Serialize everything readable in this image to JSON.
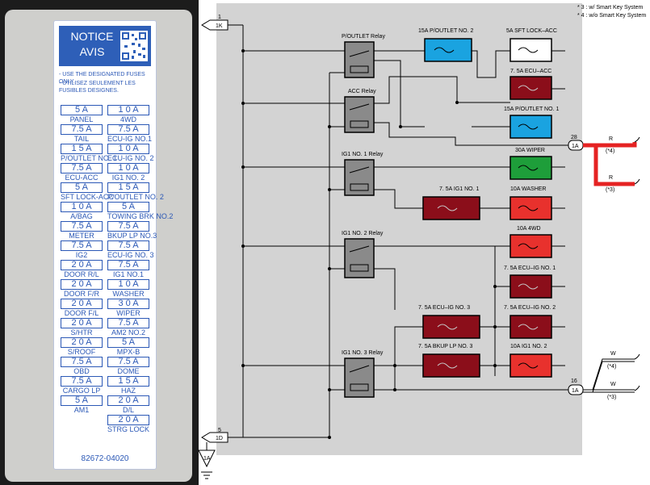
{
  "photo": {
    "label_title_1": "NOTICE",
    "label_title_2": "AVIS",
    "rule_en": "- USE THE DESIGNATED FUSES ONLY.",
    "rule_fr": "- UTILISEZ SEULEMENT LES FUSIBLES DESIGNES.",
    "part_number": "82672-04020",
    "left_column": [
      {
        "amp": "5 A",
        "name": "PANEL"
      },
      {
        "amp": "7.5 A",
        "name": "TAIL"
      },
      {
        "amp": "1 5 A",
        "name": "P/OUTLET NO. 1"
      },
      {
        "amp": "7.5 A",
        "name": "ECU-ACC"
      },
      {
        "amp": "5 A",
        "name": "SFT LOCK-ACC"
      },
      {
        "amp": "1 0 A",
        "name": "A/BAG"
      },
      {
        "amp": "7.5 A",
        "name": "METER"
      },
      {
        "amp": "7.5 A",
        "name": "IG2"
      },
      {
        "amp": "2 0 A",
        "name": "DOOR R/L"
      },
      {
        "amp": "2 0 A",
        "name": "DOOR F/R"
      },
      {
        "amp": "2 0 A",
        "name": "DOOR F/L"
      },
      {
        "amp": "2 0 A",
        "name": "S/HTR"
      },
      {
        "amp": "2 0 A",
        "name": "S/ROOF"
      },
      {
        "amp": "7.5 A",
        "name": "OBD"
      },
      {
        "amp": "7.5 A",
        "name": "CARGO LP"
      },
      {
        "amp": "5 A",
        "name": "AM1"
      }
    ],
    "right_column": [
      {
        "amp": "1 0 A",
        "name": "4WD"
      },
      {
        "amp": "7.5 A",
        "name": "ECU-IG NO.1"
      },
      {
        "amp": "1 0 A",
        "name": "ECU-IG NO. 2"
      },
      {
        "amp": "1 0 A",
        "name": "IG1 NO. 2"
      },
      {
        "amp": "1 5 A",
        "name": "P/OUTLET NO. 2"
      },
      {
        "amp": "5 A",
        "name": "TOWING BRK NO.2"
      },
      {
        "amp": "7.5 A",
        "name": "BKUP LP NO.3"
      },
      {
        "amp": "7.5 A",
        "name": "ECU-IG NO. 3"
      },
      {
        "amp": "7.5 A",
        "name": "IG1 NO.1"
      },
      {
        "amp": "1 0 A",
        "name": "WASHER"
      },
      {
        "amp": "3 0 A",
        "name": "WIPER"
      },
      {
        "amp": "7.5 A",
        "name": "AM2 NO.2"
      },
      {
        "amp": "5 A",
        "name": "MPX-B"
      },
      {
        "amp": "7.5 A",
        "name": "DOME"
      },
      {
        "amp": "1 5 A",
        "name": "HAZ"
      },
      {
        "amp": "2 0 A",
        "name": "D/L"
      },
      {
        "amp": "2 0 A",
        "name": "STRG LOCK"
      }
    ]
  },
  "diagram": {
    "legend": [
      "* 3 : w/ Smart Key System",
      "* 4 : w/o Smart Key System"
    ],
    "relays": [
      {
        "label": "P/OUTLET Relay"
      },
      {
        "label": "ACC Relay"
      },
      {
        "label": "IG1 NO. 1 Relay"
      },
      {
        "label": "IG1 NO. 2 Relay"
      },
      {
        "label": "IG1 NO. 3 Relay"
      }
    ],
    "fuses": [
      {
        "label": "15A P/OUTLET NO. 2",
        "color": "#1aa3e0"
      },
      {
        "label": "5A SFT LOCK–ACC",
        "color": "#ffffff"
      },
      {
        "label": "7. 5A ECU–ACC",
        "color": "#8b0e1a"
      },
      {
        "label": "15A P/OUTLET NO. 1",
        "color": "#1aa3e0"
      },
      {
        "label": "30A WIPER",
        "color": "#1e9e3a"
      },
      {
        "label": "7. 5A IG1 NO. 1",
        "color": "#8b0e1a"
      },
      {
        "label": "10A WASHER",
        "color": "#e8312d"
      },
      {
        "label": "10A 4WD",
        "color": "#e8312d"
      },
      {
        "label": "7. 5A ECU–IG NO. 1",
        "color": "#8b0e1a"
      },
      {
        "label": "7. 5A ECU–IG NO. 3",
        "color": "#8b0e1a"
      },
      {
        "label": "7. 5A ECU–IG NO. 2",
        "color": "#8b0e1a"
      },
      {
        "label": "7. 5A BKUP LP NO. 3",
        "color": "#8b0e1a"
      },
      {
        "label": "10A IG1 NO. 2",
        "color": "#e8312d"
      }
    ],
    "connectors": [
      {
        "pin": "1",
        "id": "1K"
      },
      {
        "pin": "28",
        "id": "1A"
      },
      {
        "pin": "16",
        "id": "1A"
      },
      {
        "pin": "5",
        "id": "1D"
      }
    ],
    "ground": "1A",
    "wires": [
      {
        "color": "R",
        "note": "(*4)"
      },
      {
        "color": "R",
        "note": "(*3)"
      },
      {
        "color": "W",
        "note": "(*4)"
      },
      {
        "color": "W",
        "note": "(*3)"
      }
    ],
    "accent_red": "#e52222"
  }
}
